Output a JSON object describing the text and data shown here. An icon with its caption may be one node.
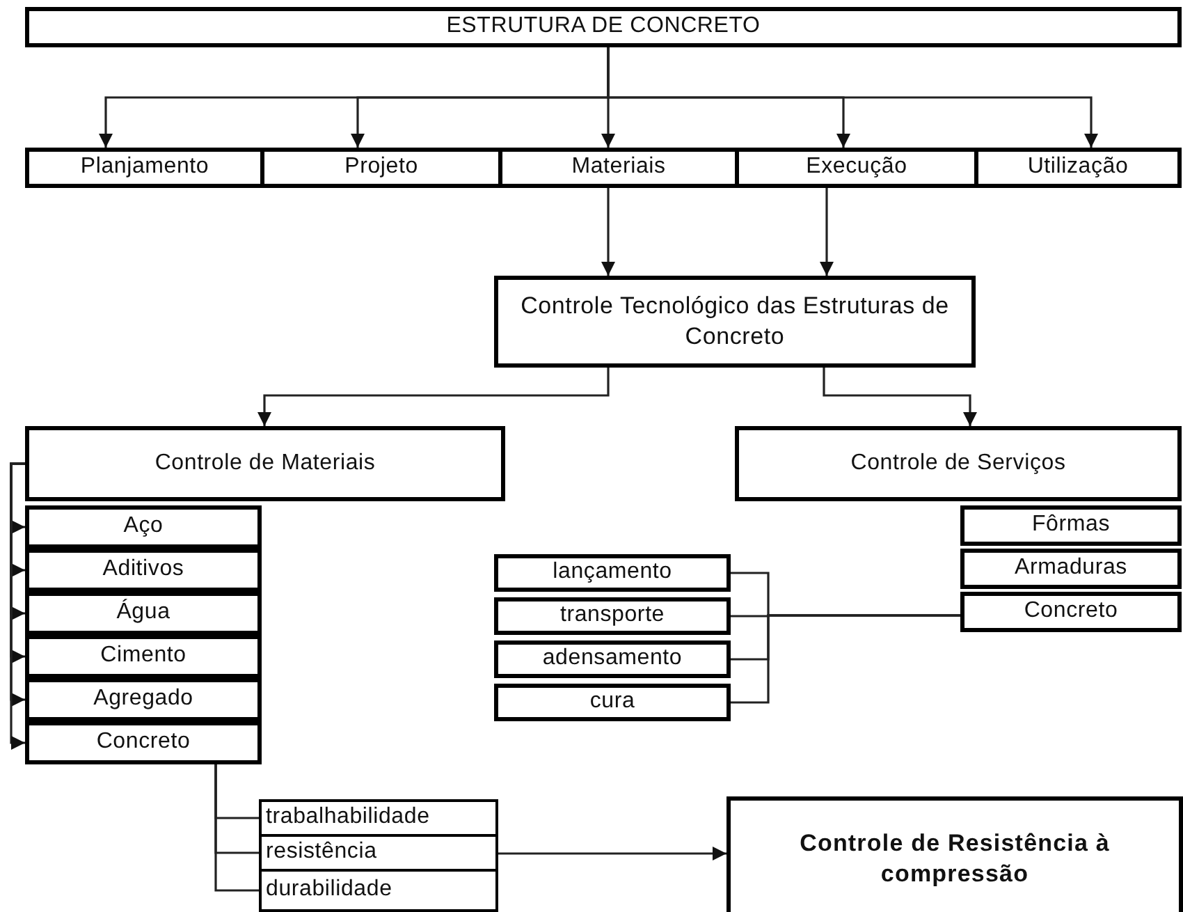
{
  "diagram": {
    "nodes": [
      {
        "text": [
          "ESTRUTURA DE CONCRETO"
        ]
      },
      {
        "text": [
          "Planjamento"
        ]
      },
      {
        "text": [
          "Projeto"
        ]
      },
      {
        "text": [
          "Materiais"
        ]
      },
      {
        "text": [
          "Execução"
        ]
      },
      {
        "text": [
          "Utilização"
        ]
      },
      {
        "text": [
          "Controle Tecnológico das Estruturas de Concreto"
        ]
      },
      {
        "text": [
          "Controle de Materiais"
        ]
      },
      {
        "text": [
          "Controle de Serviços"
        ]
      },
      {
        "text": [
          "Aço"
        ]
      },
      {
        "text": [
          "Aditivos"
        ]
      },
      {
        "text": [
          "Água"
        ]
      },
      {
        "text": [
          "Cimento"
        ]
      },
      {
        "text": [
          "Agregado"
        ]
      },
      {
        "text": [
          "Concreto"
        ]
      },
      {
        "text": [
          "lançamento"
        ]
      },
      {
        "text": [
          "transporte"
        ]
      },
      {
        "text": [
          "adensamento"
        ]
      },
      {
        "text": [
          "cura"
        ]
      },
      {
        "text": [
          "Fôrmas"
        ]
      },
      {
        "text": [
          "Armaduras"
        ]
      },
      {
        "text": [
          "Concreto"
        ]
      },
      {
        "text": [
          "trabalhabilidade"
        ]
      },
      {
        "text": [
          "resistência"
        ]
      },
      {
        "text": [
          "durabilidade"
        ]
      },
      {
        "text": [
          "Controle de Resistência à compressão"
        ]
      }
    ],
    "edges": [
      {
        "from": 0,
        "to": 1,
        "arrow": "to"
      },
      {
        "from": 0,
        "to": 2,
        "arrow": "to"
      },
      {
        "from": 0,
        "to": 3,
        "arrow": "to"
      },
      {
        "from": 0,
        "to": 4,
        "arrow": "to"
      },
      {
        "from": 0,
        "to": 5,
        "arrow": "to"
      },
      {
        "from": 3,
        "to": 6,
        "arrow": "to"
      },
      {
        "from": 4,
        "to": 6,
        "arrow": "to"
      },
      {
        "from": 6,
        "to": 7,
        "arrow": "to"
      },
      {
        "from": 6,
        "to": 8,
        "arrow": "to"
      },
      {
        "from": 7,
        "to": 9,
        "arrow": "to"
      },
      {
        "from": 7,
        "to": 10,
        "arrow": "to"
      },
      {
        "from": 7,
        "to": 11,
        "arrow": "to"
      },
      {
        "from": 7,
        "to": 12,
        "arrow": "to"
      },
      {
        "from": 7,
        "to": 13,
        "arrow": "to"
      },
      {
        "from": 7,
        "to": 14,
        "arrow": "to"
      },
      {
        "from": 15,
        "to": 21,
        "arrow": "none"
      },
      {
        "from": 16,
        "to": 21,
        "arrow": "none"
      },
      {
        "from": 17,
        "to": 21,
        "arrow": "none"
      },
      {
        "from": 18,
        "to": 21,
        "arrow": "none"
      },
      {
        "from": 14,
        "to": 22,
        "arrow": "none"
      },
      {
        "from": 14,
        "to": 23,
        "arrow": "none"
      },
      {
        "from": 14,
        "to": 24,
        "arrow": "none"
      },
      {
        "from": 23,
        "to": 25,
        "arrow": "to"
      }
    ]
  }
}
